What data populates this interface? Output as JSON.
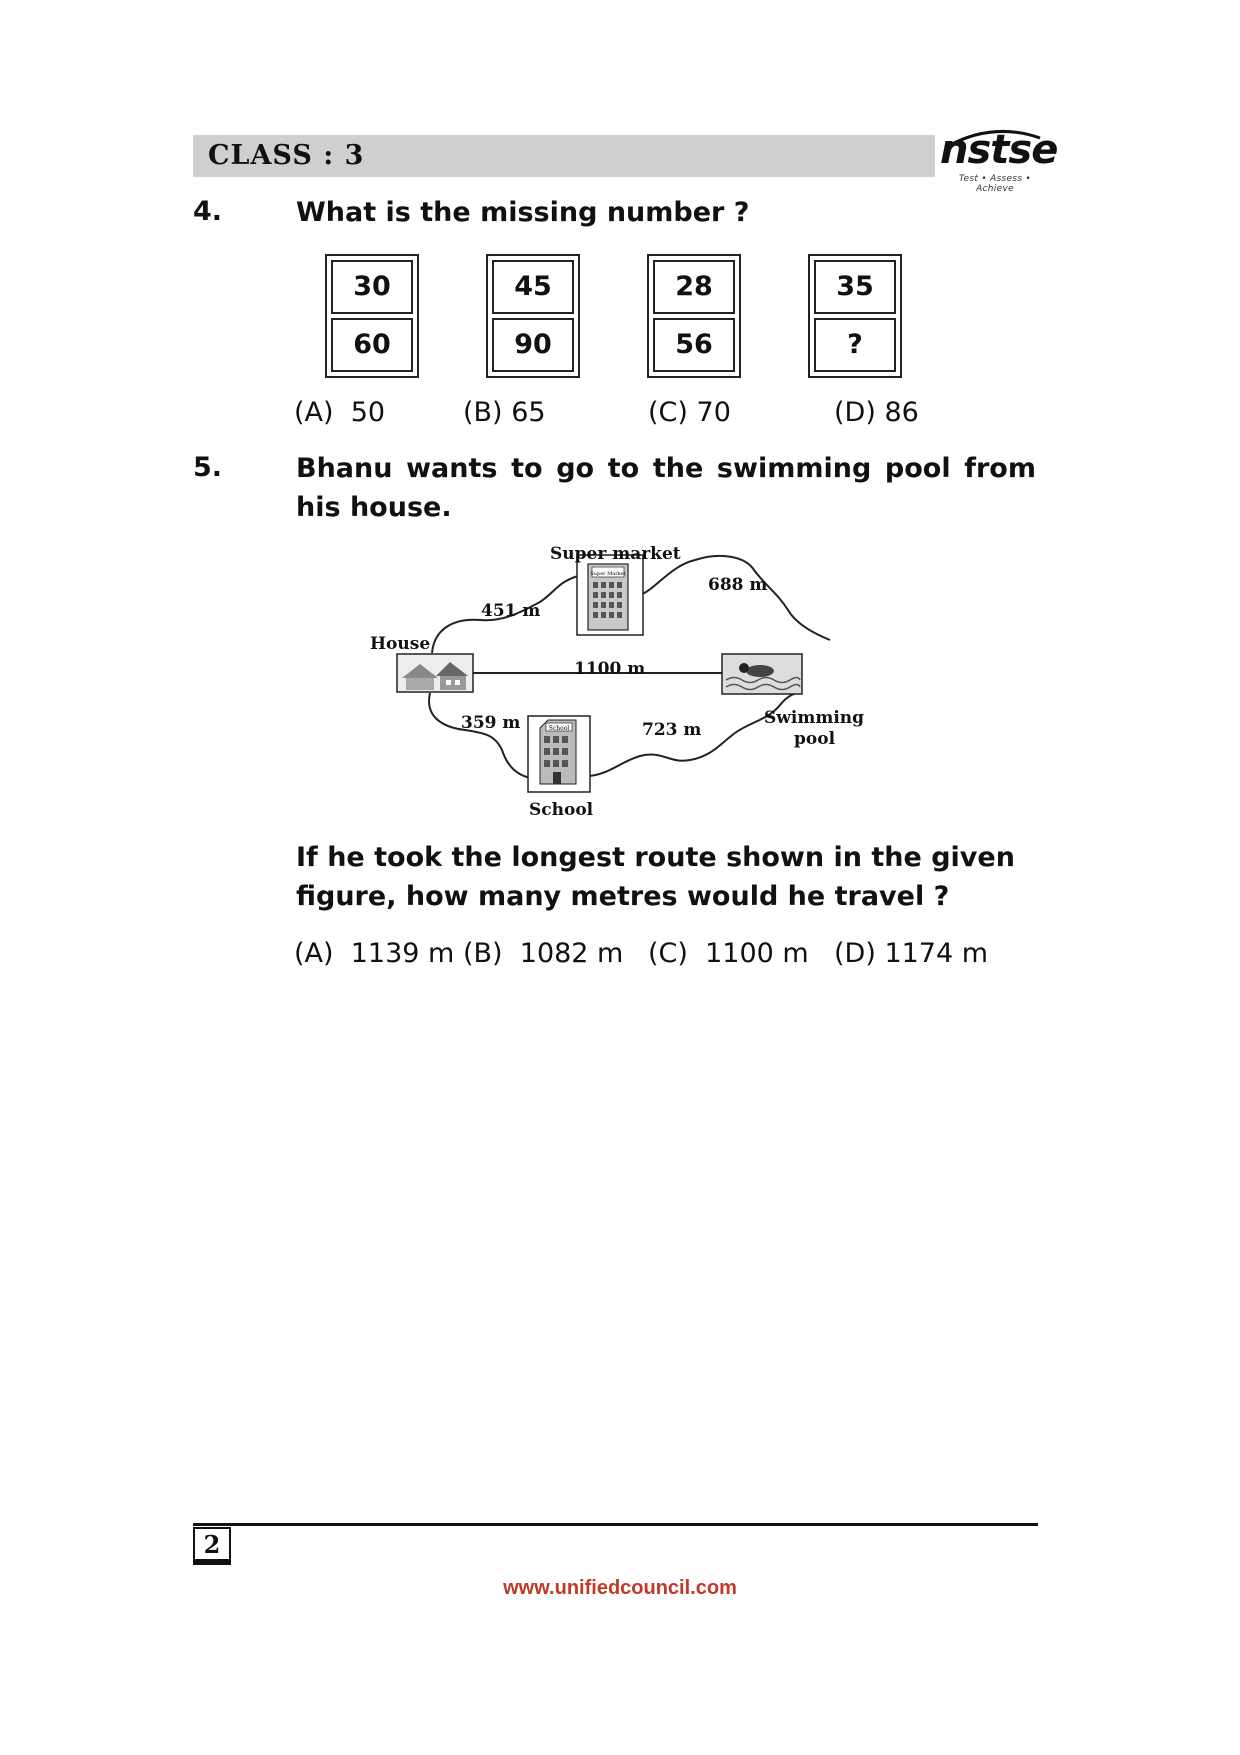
{
  "header": {
    "class_label": "CLASS : 3",
    "logo_text": "nstse",
    "logo_tagline": "Test • Assess • Achieve"
  },
  "q4": {
    "number": "4.",
    "text": "What is the missing number ?",
    "boxes": [
      {
        "top": "30",
        "bottom": "60"
      },
      {
        "top": "45",
        "bottom": "90"
      },
      {
        "top": "28",
        "bottom": "56"
      },
      {
        "top": "35",
        "bottom": "?"
      }
    ],
    "options": [
      {
        "key": "(A)",
        "value": "50"
      },
      {
        "key": "(B)",
        "value": "65"
      },
      {
        "key": "(C)",
        "value": "70"
      },
      {
        "key": "(D)",
        "value": "86"
      }
    ]
  },
  "q5": {
    "number": "5.",
    "intro": "Bhanu wants to go to the swimming pool from his house.",
    "figure": {
      "supermarket_label": "Super market",
      "supermarket_sign": "Super Market",
      "house_label": "House",
      "school_label": "School",
      "school_sign": "School",
      "pool_label_line1": "Swimming",
      "pool_label_line2": "pool",
      "d_house_market": "451 m",
      "d_market_pool": "688 m",
      "d_house_pool": "1100 m",
      "d_house_school": "359 m",
      "d_school_pool": "723 m"
    },
    "question": "If he took the longest route shown in the given figure, how many metres would he travel ?",
    "options": [
      {
        "key": "(A)",
        "value": "1139 m"
      },
      {
        "key": "(B)",
        "value": "1082 m"
      },
      {
        "key": "(C)",
        "value": "1100 m"
      },
      {
        "key": "(D)",
        "value": "1174 m"
      }
    ]
  },
  "footer": {
    "page_number": "2",
    "website": "www.unifiedcouncil.com"
  }
}
